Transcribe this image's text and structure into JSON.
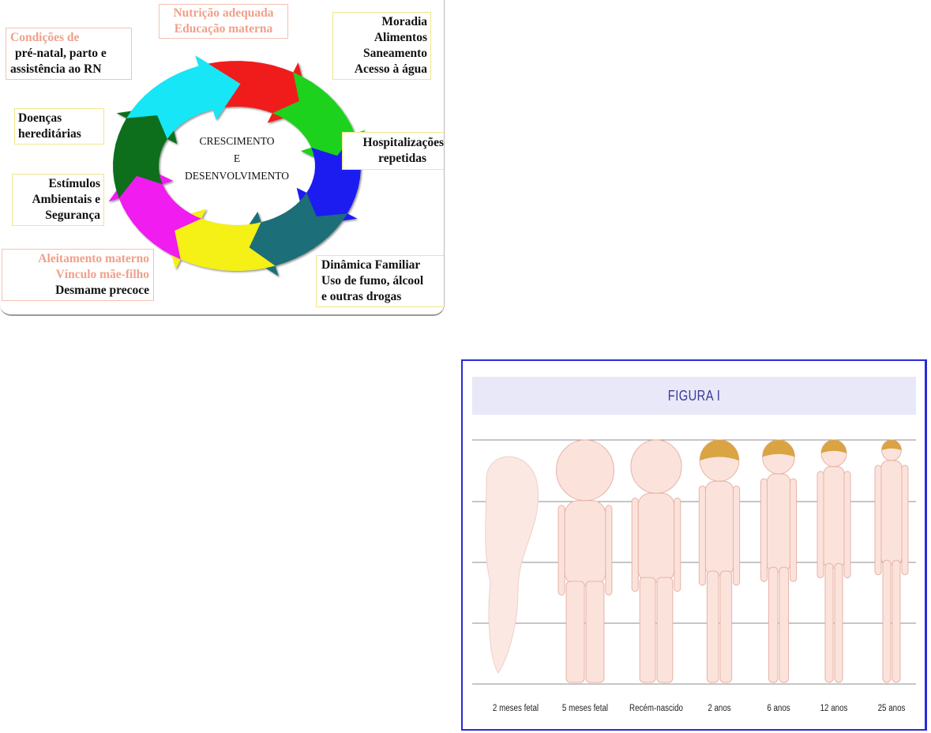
{
  "cycle_diagram": {
    "center": {
      "line1": "CRESCIMENTO",
      "line2": "E",
      "line3": "DESENVOLVIMENTO"
    },
    "factors": {
      "nutricao": {
        "lines": [
          "Nutrição adequada",
          "Educação materna"
        ]
      },
      "moradia": {
        "lines": [
          "Moradia",
          "Alimentos",
          "Saneamento",
          "Acesso à água"
        ]
      },
      "hospital": {
        "lines": [
          "Hospitalizações",
          "repetidas"
        ]
      },
      "dinamica": {
        "lines": [
          "Dinâmica Familiar",
          "Uso de fumo, álcool",
          "e outras drogas"
        ]
      },
      "aleitamento": {
        "lines": [
          "Aleitamento materno",
          "Vínculo mãe-filho",
          "Desmame precoce"
        ]
      },
      "estimulos": {
        "lines": [
          "Estímulos",
          "Ambientais e",
          "Segurança"
        ]
      },
      "doencas": {
        "lines": [
          "Doenças",
          "hereditárias"
        ]
      },
      "condicoes": {
        "lines": [
          "Condições de",
          "pré-natal, parto e",
          "assistência ao RN"
        ]
      }
    },
    "colors": {
      "arrows": [
        "#f01e1e",
        "#1ed21e",
        "#1e1ef0",
        "#1e6e78",
        "#f5f014",
        "#f01ef0",
        "#0a6e1e",
        "#19e6f5"
      ],
      "salmon_text": "#f0a08a",
      "box_border": "#f2e58a"
    }
  },
  "growth_figure": {
    "title": "FIGURA I",
    "stages": [
      {
        "label": "2 meses fetal"
      },
      {
        "label": "5 meses fetal"
      },
      {
        "label": "Recém-nascido"
      },
      {
        "label": "2 anos"
      },
      {
        "label": "6 anos"
      },
      {
        "label": "12 anos"
      },
      {
        "label": "25 anos"
      }
    ],
    "colors": {
      "frame": "#2a2ad8",
      "title_band": "#e8e8f8",
      "title_text": "#3a3a9a",
      "skin": "#fbe3dc",
      "hair": "#d9a441"
    }
  }
}
